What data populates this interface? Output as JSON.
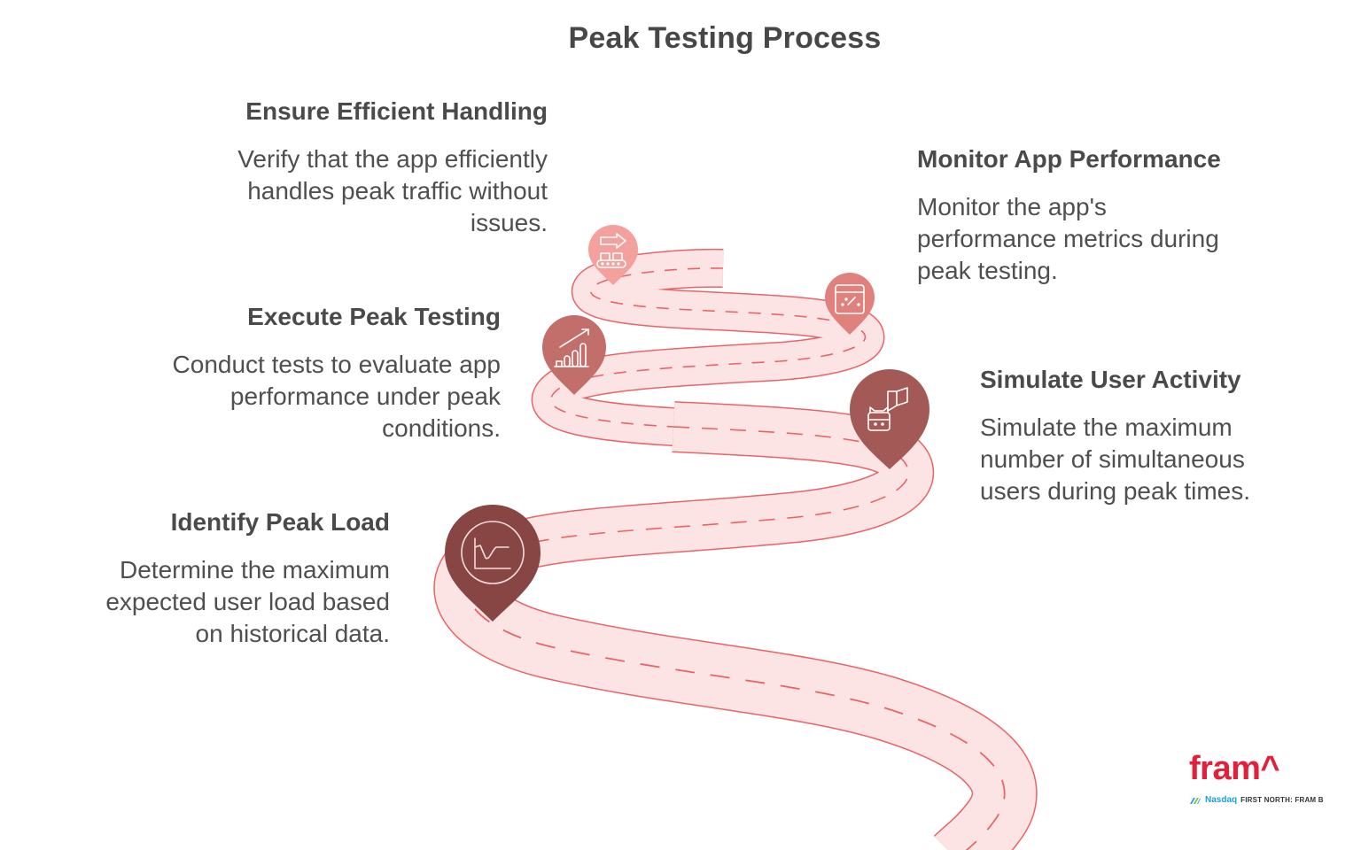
{
  "title": "Peak Testing Process",
  "colors": {
    "road_fill": "#fde4e4",
    "road_edge": "#e8646a",
    "pin_identify": "#874543",
    "pin_simulate": "#a35a56",
    "pin_execute": "#c26e6b",
    "pin_monitor": "#e0817d",
    "pin_ensure": "#f4a09c",
    "brand_red": "#e3203a",
    "nasdaq_blue": "#1ba1d8",
    "text": "#4a4a4a"
  },
  "steps": [
    {
      "id": "identify",
      "order": 1,
      "title": "Identify Peak Load",
      "description": "Determine the maximum expected user load based on historical data.",
      "icon": "line-chart-icon",
      "side": "left"
    },
    {
      "id": "simulate",
      "order": 2,
      "title": "Simulate User Activity",
      "description": "Simulate the maximum number of simultaneous users during peak times.",
      "icon": "robot-book-icon",
      "side": "right"
    },
    {
      "id": "execute",
      "order": 3,
      "title": "Execute Peak Testing",
      "description": "Conduct tests to evaluate app performance under peak conditions.",
      "icon": "growth-bar-chart-icon",
      "side": "left"
    },
    {
      "id": "monitor",
      "order": 4,
      "title": "Monitor App Performance",
      "description": "Monitor the app's performance metrics during peak testing.",
      "icon": "dashboard-gauge-icon",
      "side": "right"
    },
    {
      "id": "ensure",
      "order": 5,
      "title": "Ensure Efficient Handling",
      "description": "Verify that the app efficiently handles peak traffic without issues.",
      "icon": "conveyor-arrow-icon",
      "side": "left"
    }
  ],
  "brand": {
    "logo": "fram^",
    "exchange": "Nasdaq",
    "listing": "FIRST NORTH: FRAM B"
  }
}
